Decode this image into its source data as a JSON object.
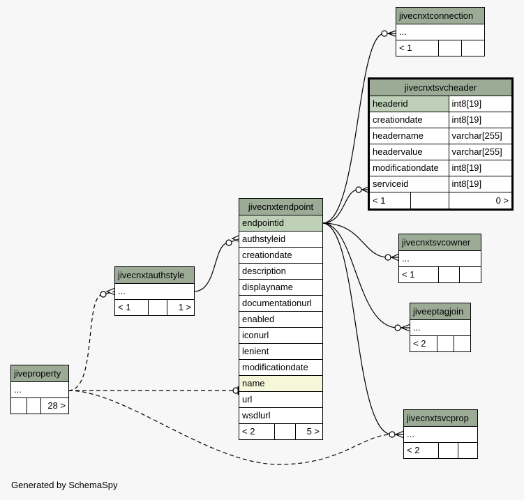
{
  "tables": {
    "jivecnxtconnection": {
      "name": "jivecnxtconnection",
      "rows": [
        "..."
      ],
      "stats": [
        "< 1",
        "",
        ""
      ]
    },
    "jivecnxtsvcheader": {
      "name": "jivecnxtsvcheader",
      "columns": [
        {
          "name": "headerid",
          "type": "int8[19]"
        },
        {
          "name": "creationdate",
          "type": "int8[19]"
        },
        {
          "name": "headername",
          "type": "varchar[255]"
        },
        {
          "name": "headervalue",
          "type": "varchar[255]"
        },
        {
          "name": "modificationdate",
          "type": "int8[19]"
        },
        {
          "name": "serviceid",
          "type": "int8[19]"
        }
      ],
      "stats": [
        "< 1",
        "",
        "0 >"
      ]
    },
    "jivecnxtendpoint": {
      "name": "jivecnxtendpoint",
      "columns": [
        "endpointid",
        "authstyleid",
        "creationdate",
        "description",
        "displayname",
        "documentationurl",
        "enabled",
        "iconurl",
        "lenient",
        "modificationdate",
        "name",
        "url",
        "wsdlurl"
      ],
      "stats": [
        "< 2",
        "",
        "5 >"
      ]
    },
    "jivecnxtsvcowner": {
      "name": "jivecnxtsvcowner",
      "rows": [
        "..."
      ],
      "stats": [
        "< 1",
        "",
        ""
      ]
    },
    "jivecnxtauthstyle": {
      "name": "jivecnxtauthstyle",
      "rows": [
        "..."
      ],
      "stats": [
        "< 1",
        "",
        "1 >"
      ]
    },
    "jiveeptagjoin": {
      "name": "jiveeptagjoin",
      "rows": [
        "..."
      ],
      "stats": [
        "< 2",
        "",
        ""
      ]
    },
    "jiveproperty": {
      "name": "jiveproperty",
      "rows": [
        "..."
      ],
      "stats": [
        "",
        "",
        "28 >"
      ]
    },
    "jivecnxtsvcprop": {
      "name": "jivecnxtsvcprop",
      "rows": [
        "..."
      ],
      "stats": [
        "< 2",
        "",
        ""
      ]
    }
  },
  "footer": "Generated by SchemaSpy",
  "colors": {
    "header": "#9bab96",
    "primary_key": "#bed1b8",
    "indexed": "#f4f7da",
    "background": "#f7f7f7"
  }
}
